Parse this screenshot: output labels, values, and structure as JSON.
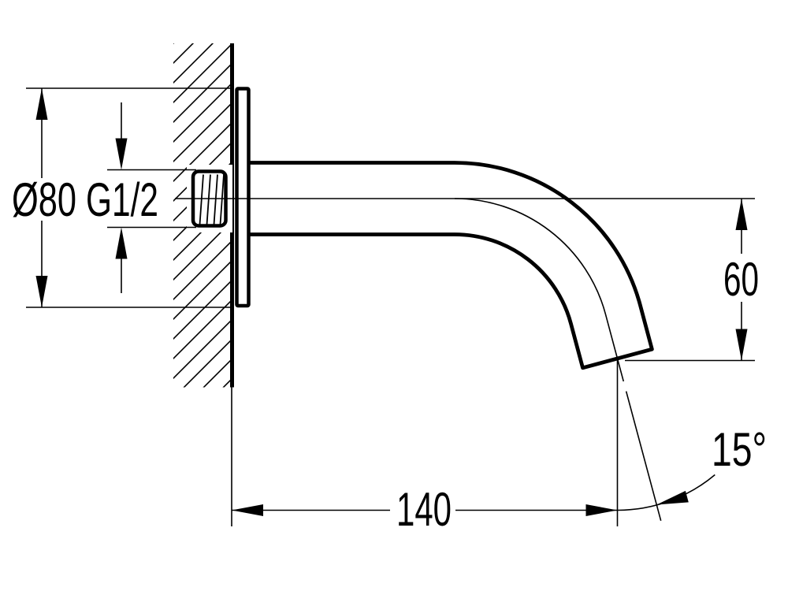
{
  "drawing": {
    "labels": {
      "diameter": "Ø80",
      "thread": "G1/2",
      "height": "60",
      "reach": "140",
      "angle": "15°"
    },
    "colors": {
      "line": "#000000",
      "background": "#ffffff"
    }
  }
}
